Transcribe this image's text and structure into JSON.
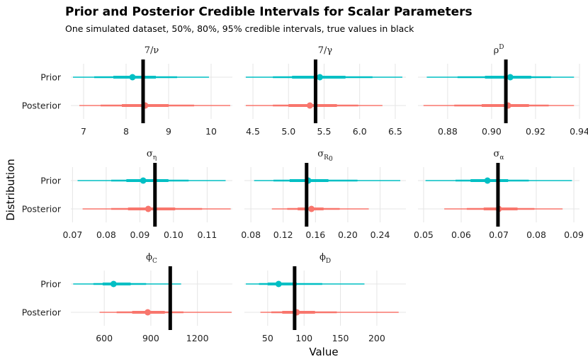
{
  "title": "Prior and Posterior Credible Intervals for Scalar Parameters",
  "subtitle": "One simulated dataset, 50%, 80%, 95% credible intervals, true values in black",
  "xlabel": "Value",
  "ylabel": "Distribution",
  "colors": {
    "Prior": "#00BFC4",
    "Posterior": "#F8766D",
    "truth": "#000000",
    "grid": "#e5e5e5"
  },
  "chart_data": {
    "type": "interval",
    "title": "Prior and Posterior Credible Intervals for Scalar Parameters",
    "xlabel": "Value",
    "ylabel": "Distribution",
    "categories": [
      "Prior",
      "Posterior"
    ],
    "series": [
      {
        "name": "Prior"
      },
      {
        "name": "Posterior"
      }
    ],
    "panels": [
      {
        "label": {
          "base": "7/ν",
          "sub": "",
          "sup": ""
        },
        "xlim": [
          6.7,
          10.5
        ],
        "ticks": [
          7,
          8,
          9,
          10
        ],
        "ticklabels": [
          "7",
          "8",
          "9",
          "10"
        ],
        "truth": 8.4,
        "rows": [
          {
            "name": "Prior",
            "median": 8.15,
            "i50": [
              7.7,
              8.7
            ],
            "i80": [
              7.25,
              9.2
            ],
            "i95": [
              6.75,
              9.95
            ]
          },
          {
            "name": "Posterior",
            "median": 8.45,
            "i50": [
              7.9,
              9.0
            ],
            "i80": [
              7.4,
              9.6
            ],
            "i95": [
              6.9,
              10.45
            ]
          }
        ]
      },
      {
        "label": {
          "base": "7/γ",
          "sub": "",
          "sup": ""
        },
        "xlim": [
          4.38,
          6.65
        ],
        "ticks": [
          4.5,
          5.0,
          5.5,
          6.0,
          6.5
        ],
        "ticklabels": [
          "4.5",
          "5.0",
          "5.5",
          "6.0",
          "6.5"
        ],
        "truth": 5.38,
        "rows": [
          {
            "name": "Prior",
            "median": 5.44,
            "i50": [
              5.05,
              5.8
            ],
            "i80": [
              4.78,
              6.18
            ],
            "i95": [
              4.4,
              6.6
            ]
          },
          {
            "name": "Posterior",
            "median": 5.3,
            "i50": [
              5.0,
              5.68
            ],
            "i80": [
              4.78,
              5.98
            ],
            "i95": [
              4.4,
              6.32
            ]
          }
        ]
      },
      {
        "label": {
          "base": "ρ",
          "sub": "",
          "sup": "D"
        },
        "xlim": [
          0.8665,
          0.94
        ],
        "ticks": [
          0.88,
          0.9,
          0.92,
          0.94
        ],
        "ticklabels": [
          "0.88",
          "0.90",
          "0.92",
          "0.94"
        ],
        "truth": 0.9065,
        "rows": [
          {
            "name": "Prior",
            "median": 0.9085,
            "i50": [
              0.897,
              0.918
            ],
            "i80": [
              0.8845,
              0.927
            ],
            "i95": [
              0.8705,
              0.9375
            ]
          },
          {
            "name": "Posterior",
            "median": 0.9075,
            "i50": [
              0.8955,
              0.917
            ],
            "i80": [
              0.883,
              0.926
            ],
            "i95": [
              0.869,
              0.9375
            ]
          }
        ]
      },
      {
        "label": {
          "base": "σ",
          "sub": "η",
          "sup": ""
        },
        "xlim": [
          0.0695,
          0.1175
        ],
        "ticks": [
          0.07,
          0.08,
          0.09,
          0.1,
          0.11
        ],
        "ticklabels": [
          "0.07",
          "0.08",
          "0.09",
          "0.10",
          "0.11"
        ],
        "truth": 0.0945,
        "rows": [
          {
            "name": "Prior",
            "median": 0.091,
            "i50": [
              0.086,
              0.0985
            ],
            "i80": [
              0.0815,
              0.1045
            ],
            "i95": [
              0.0715,
              0.1155
            ]
          },
          {
            "name": "Posterior",
            "median": 0.0925,
            "i50": [
              0.0865,
              0.1005
            ],
            "i80": [
              0.0815,
              0.1085
            ],
            "i95": [
              0.073,
              0.117
            ]
          }
        ]
      },
      {
        "label": {
          "base": "σ",
          "sub": "R",
          "subsub": "0",
          "sup": ""
        },
        "xlim": [
          0.072,
          0.272
        ],
        "ticks": [
          0.08,
          0.12,
          0.16,
          0.2,
          0.24
        ],
        "ticklabels": [
          "0.08",
          "0.12",
          "0.16",
          "0.20",
          "0.24"
        ],
        "truth": 0.149,
        "rows": [
          {
            "name": "Prior",
            "median": 0.151,
            "i50": [
              0.128,
              0.176
            ],
            "i80": [
              0.108,
              0.212
            ],
            "i95": [
              0.084,
              0.265
            ]
          },
          {
            "name": "Posterior",
            "median": 0.155,
            "i50": [
              0.138,
              0.17
            ],
            "i80": [
              0.125,
              0.19
            ],
            "i95": [
              0.106,
              0.226
            ]
          }
        ]
      },
      {
        "label": {
          "base": "σ",
          "sub": "α",
          "sup": ""
        },
        "xlim": [
          0.0485,
          0.0915
        ],
        "ticks": [
          0.05,
          0.06,
          0.07,
          0.08,
          0.09
        ],
        "ticklabels": [
          "0.05",
          "0.06",
          "0.07",
          "0.08",
          "0.09"
        ],
        "truth": 0.0698,
        "rows": [
          {
            "name": "Prior",
            "median": 0.067,
            "i50": [
              0.0625,
              0.0725
            ],
            "i80": [
              0.0585,
              0.078
            ],
            "i95": [
              0.0505,
              0.0895
            ]
          },
          {
            "name": "Posterior",
            "median": 0.07,
            "i50": [
              0.066,
              0.075
            ],
            "i80": [
              0.0615,
              0.0795
            ],
            "i95": [
              0.0555,
              0.087
            ]
          }
        ]
      },
      {
        "label": {
          "base": "ϕ",
          "sub": "C",
          "sup": ""
        },
        "xlim": [
          385,
          1425
        ],
        "ticks": [
          600,
          900,
          1200
        ],
        "ticklabels": [
          "600",
          "900",
          "1200"
        ],
        "truth": 1025,
        "rows": [
          {
            "name": "Prior",
            "median": 660,
            "i50": [
              590,
              770
            ],
            "i80": [
              530,
              870
            ],
            "i95": [
              400,
              1095
            ]
          },
          {
            "name": "Posterior",
            "median": 880,
            "i50": [
              780,
              990
            ],
            "i80": [
              680,
              1110
            ],
            "i95": [
              570,
              1420
            ]
          }
        ]
      },
      {
        "label": {
          "base": "ϕ",
          "sub": "D",
          "sup": ""
        },
        "xlim": [
          18,
          240
        ],
        "ticks": [
          50,
          100,
          150,
          200
        ],
        "ticklabels": [
          "50",
          "100",
          "150",
          "200"
        ],
        "truth": 87,
        "rows": [
          {
            "name": "Prior",
            "median": 65,
            "i50": [
              50,
              90
            ],
            "i80": [
              38,
              125
            ],
            "i95": [
              20,
              183
            ]
          },
          {
            "name": "Posterior",
            "median": 90,
            "i50": [
              70,
              115
            ],
            "i80": [
              55,
              145
            ],
            "i95": [
              40,
              230
            ]
          }
        ]
      }
    ]
  }
}
